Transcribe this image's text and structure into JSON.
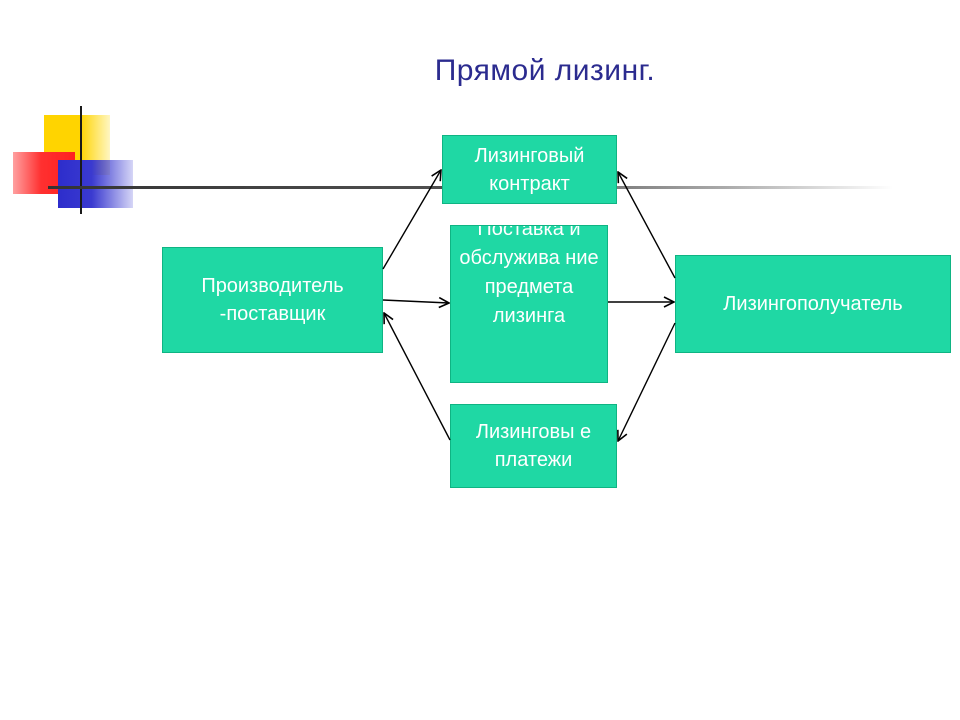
{
  "slide": {
    "title": "Прямой лизинг."
  },
  "nodes": {
    "producer": "Производитель -поставщик",
    "contract": "Лизинговый контракт",
    "supply": "Поставка и обслужива ние предмета лизинга",
    "payments": "Лизинговы е платежи",
    "lessee": "Лизингополучатель"
  },
  "colors": {
    "node_fill": "#1fd8a4",
    "node_text": "#ffffff",
    "title": "#2b2b8f",
    "arrow": "#000000"
  },
  "edges": [
    {
      "from": "producer",
      "to": "contract"
    },
    {
      "from": "producer",
      "to": "supply"
    },
    {
      "from": "supply",
      "to": "lessee"
    },
    {
      "from": "lessee",
      "to": "contract"
    },
    {
      "from": "payments",
      "to": "producer"
    },
    {
      "from": "lessee",
      "to": "payments"
    }
  ]
}
